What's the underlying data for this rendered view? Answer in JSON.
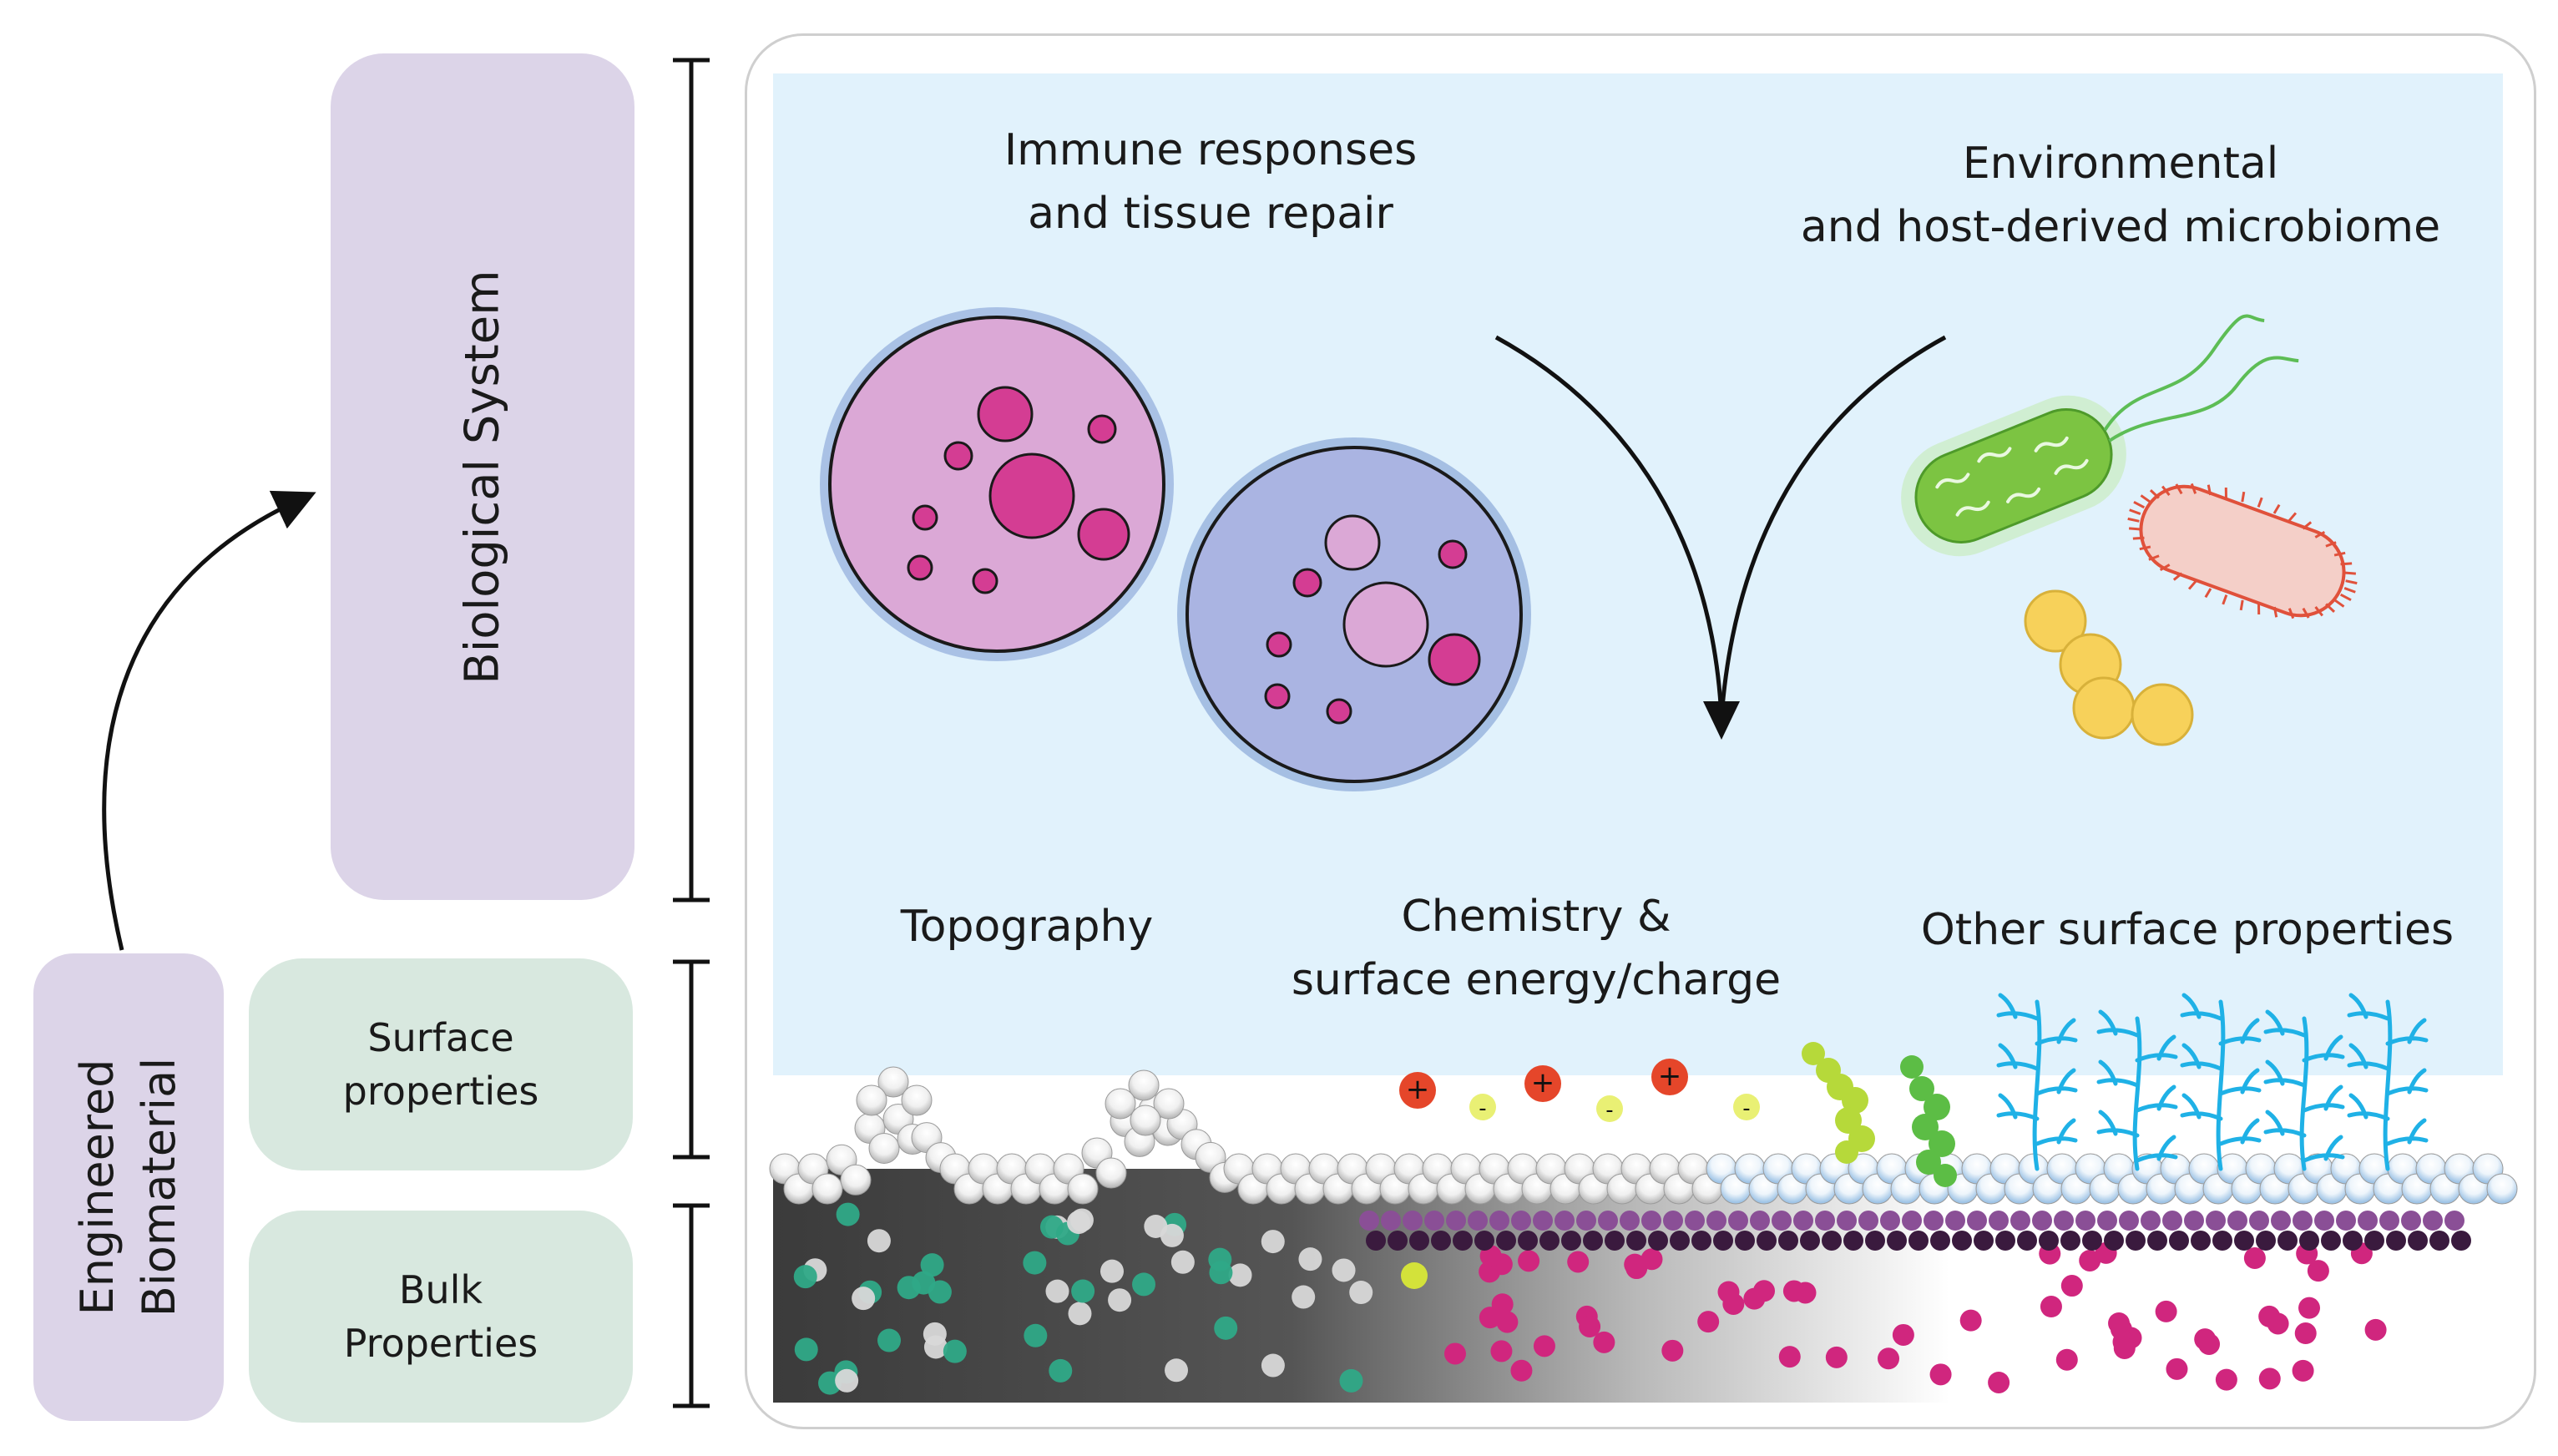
{
  "left_panel": {
    "biological_system": "Biological System",
    "engineered_biomaterial_line1": "Engineered",
    "engineered_biomaterial_line2": "Biomaterial",
    "surface_properties_line1": "Surface",
    "surface_properties_line2": "properties",
    "bulk_properties_line1": "Bulk",
    "bulk_properties_line2": "Properties"
  },
  "scene": {
    "immune_line1": "Immune responses",
    "immune_line2": "and tissue repair",
    "microbiome_line1": "Environmental",
    "microbiome_line2": "and host-derived microbiome",
    "topography": "Topography",
    "chemistry_line1": "Chemistry &",
    "chemistry_line2": "surface energy/charge",
    "other": "Other surface properties"
  },
  "charges": {
    "positive": "+",
    "negative": "-"
  },
  "colors": {
    "purple_box": "#dcd4e8",
    "green_box": "#d8e8df",
    "sky": "#e1f2fc",
    "pink_cell": "#dba8d6",
    "blue_cell": "#aab4e2",
    "magenta": "#d43d93",
    "bacteria_green": "#7cc442",
    "bacteria_pink": "#f4cfc8",
    "cocci_yellow": "#f7d15a",
    "polymer_blue": "#1fb1e6"
  }
}
